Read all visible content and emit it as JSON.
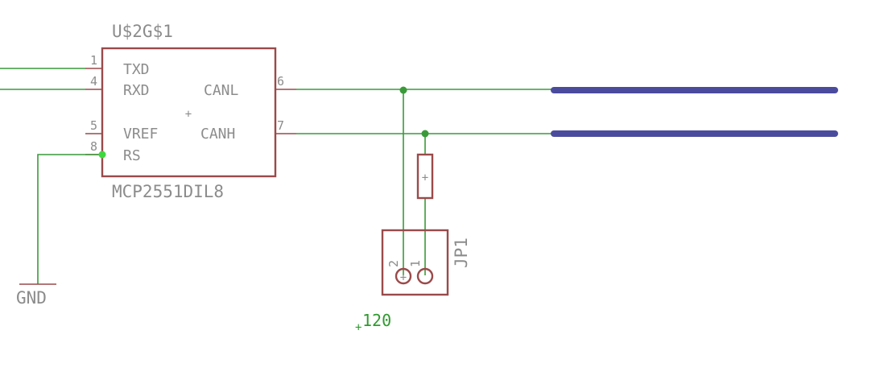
{
  "colors": {
    "wire": "#3a9a3a",
    "component": "#9a4a4a",
    "bus": "#4b4b9e",
    "label_gray": "#8c8c8c",
    "label_green": "#2e9a2e"
  },
  "chip": {
    "name": "U$2G$1",
    "value": "MCP2551DIL8",
    "pins": {
      "txd": {
        "number": "1",
        "label": "TXD"
      },
      "rxd": {
        "number": "4",
        "label": "RXD"
      },
      "vref": {
        "number": "5",
        "label": "VREF"
      },
      "rs": {
        "number": "8",
        "label": "RS"
      },
      "canl": {
        "number": "6",
        "label": "CANL"
      },
      "canh": {
        "number": "7",
        "label": "CANH"
      }
    }
  },
  "ground": {
    "label": "GND"
  },
  "jumper": {
    "name": "JP1",
    "pin_a": "2",
    "pin_b": "1"
  },
  "resistor_value": "120"
}
